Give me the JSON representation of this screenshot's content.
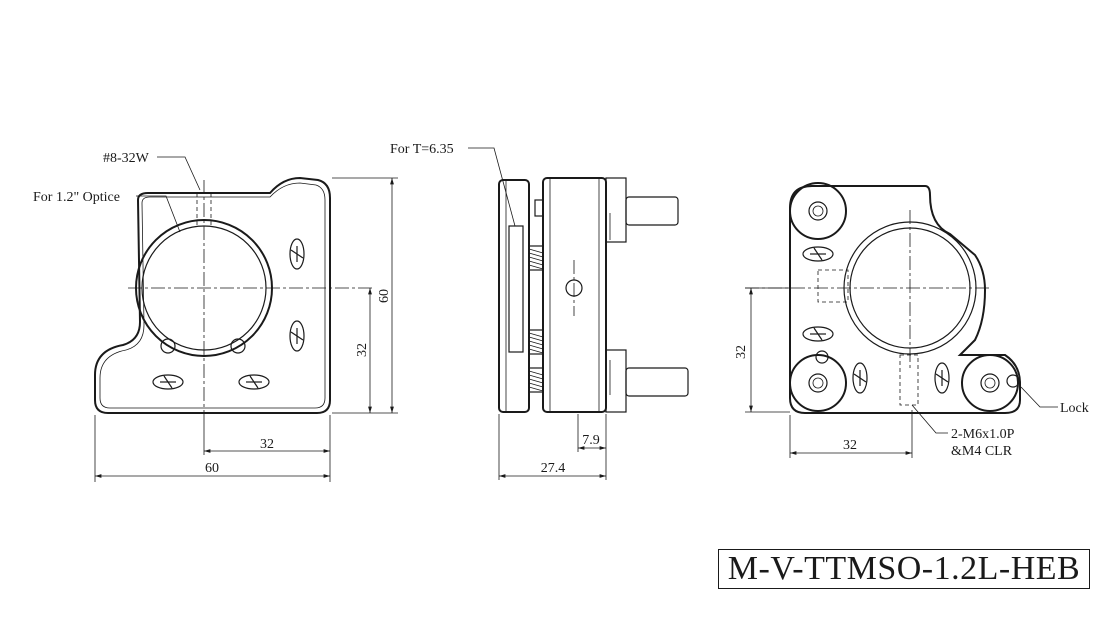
{
  "labels": {
    "thread": "#8-32W",
    "optic": "For 1.2\" Optice",
    "thickness": "For T=6.35",
    "lock": "Lock",
    "screw_line1": "2-M6x1.0P",
    "screw_line2": "&M4 CLR"
  },
  "dimensions": {
    "front_width_total": "60",
    "front_offset": "32",
    "front_height_total": "60",
    "front_height_center": "32",
    "side_depth": "27.4",
    "side_offset": "7.9",
    "rear_height": "32",
    "rear_width": "32"
  },
  "title": "M-V-TTMSO-1.2L-HEB"
}
